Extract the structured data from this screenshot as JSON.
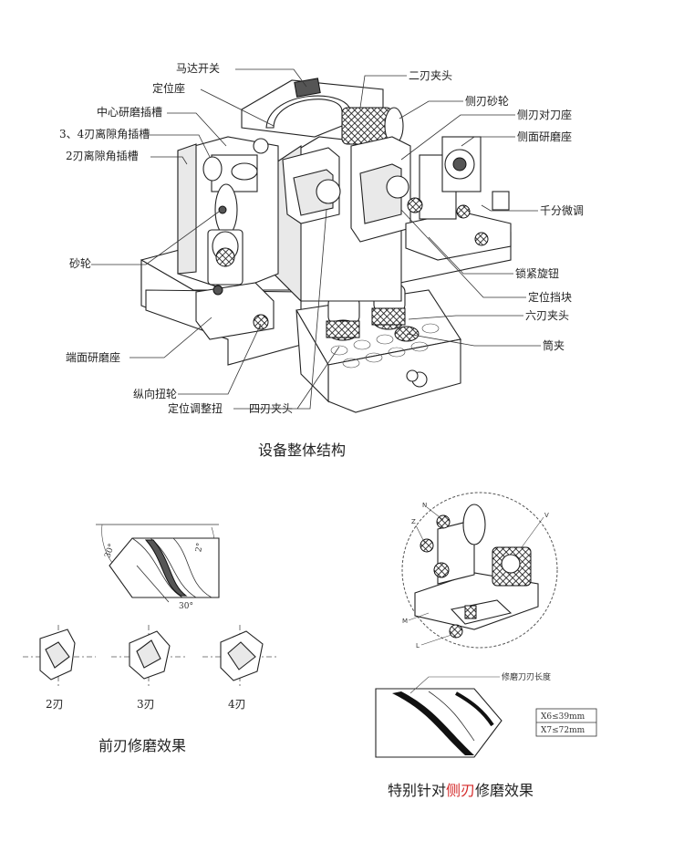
{
  "labels": {
    "motor_switch": "马达开关",
    "positioning_seat": "定位座",
    "center_grinding_slot": "中心研磨插槽",
    "flute34_clearance_slot": "3、4刃离隙角插槽",
    "flute2_clearance_slot": "2刃离隙角插槽",
    "grinding_wheel": "砂轮",
    "end_grinding_seat": "端面研磨座",
    "longitudinal_knob": "纵向扭轮",
    "positioning_adjust_knob": "定位调整扭",
    "four_flute_chuck": "四刃夹头",
    "two_flute_chuck": "二刃夹头",
    "side_edge_wheel": "侧刃砂轮",
    "side_edge_tool_setting_seat": "侧刃对刀座",
    "side_grinding_seat": "侧面研磨座",
    "micrometer_adjust": "千分微调",
    "lock_knob": "锁紧旋钮",
    "positioning_stop": "定位挡块",
    "six_flute_chuck": "六刃夹头",
    "collet": "筒夹"
  },
  "captions": {
    "overall_structure": "设备整体结构",
    "front_edge_effect": "前刃修磨效果",
    "special_side_prefix": "特别针对",
    "special_side_highlight": "侧刃",
    "special_side_suffix": "修磨效果"
  },
  "angles": {
    "top_left": "30°",
    "top_right": "2°",
    "bottom": "30°"
  },
  "flute_views": [
    "2刃",
    "3刃",
    "4刃"
  ],
  "detail": {
    "letters": [
      "N",
      "Z",
      "V",
      "M",
      "L"
    ],
    "grind_length_label": "修磨刀刃长度",
    "spec_rows": [
      "X6≤39mm",
      "X7≤72mm"
    ]
  },
  "colors": {
    "highlight": "#d42a2a",
    "line": "#222222"
  }
}
